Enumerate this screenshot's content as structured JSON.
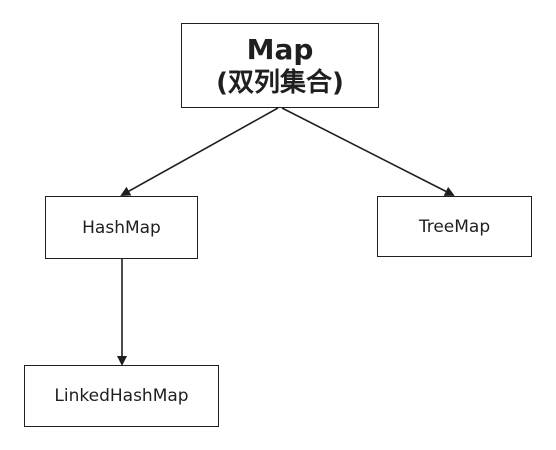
{
  "nodes": {
    "root": {
      "title": "Map",
      "subtitle": "(双列集合)"
    },
    "hashmap": {
      "label": "HashMap"
    },
    "treemap": {
      "label": "TreeMap"
    },
    "linked": {
      "label": "LinkedHashMap"
    }
  },
  "edges": [
    {
      "from": "Map",
      "to": "HashMap"
    },
    {
      "from": "Map",
      "to": "TreeMap"
    },
    {
      "from": "HashMap",
      "to": "LinkedHashMap"
    }
  ],
  "colors": {
    "stroke": "#1f1f1f",
    "background": "#ffffff"
  }
}
